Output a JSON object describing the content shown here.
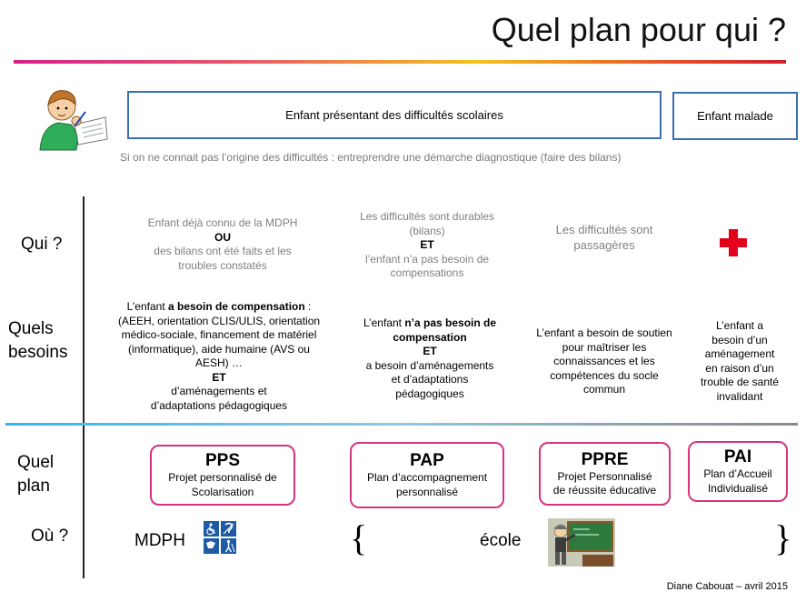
{
  "title": "Quel plan pour qui ?",
  "header_boxes": {
    "difficultes": "Enfant présentant des difficultés scolaires",
    "malade": "Enfant malade"
  },
  "note": "Si on ne connait pas l’origine des difficultés : entreprendre une démarche diagnostique (faire des bilans)",
  "row_labels": {
    "qui": "Qui ?",
    "besoins_1": "Quels",
    "besoins_2": "besoins",
    "plan_1": "Quel",
    "plan_2": "plan",
    "ou": "Où ?"
  },
  "qui": {
    "c1": {
      "l1": "Enfant déjà connu de la MDPH",
      "ou": "OU",
      "l2": "des bilans ont été faits et les",
      "l3": "troubles constatés"
    },
    "c2": {
      "l1": "Les difficultés sont durables",
      "l2": "(bilans)",
      "et": "ET",
      "l3": "l’enfant n’a pas besoin de",
      "l4": "compensations"
    },
    "c3": {
      "l1": "Les difficultés sont",
      "l2": "passagères"
    }
  },
  "besoins": {
    "c1": {
      "pre": "L’enfant ",
      "bold": "a besoin de compensation",
      "post": " :",
      "l2": "(AEEH, orientation CLIS/ULIS, orientation",
      "l3": "médico-sociale, financement de matériel",
      "l4": "(informatique), aide humaine (AVS ou",
      "l5": "AESH) …",
      "et": "ET",
      "l6": "d’aménagements et",
      "l7": "d’adaptations pédagogiques"
    },
    "c2": {
      "pre": "L’enfant ",
      "bold1": "n’a pas besoin de",
      "bold2": "compensation",
      "et": "ET",
      "l3": "a besoin d’aménagements",
      "l4": "et d’adaptations",
      "l5": "pédagogiques"
    },
    "c3": {
      "l1": "L’enfant a besoin de soutien",
      "l2": "pour maîtriser les",
      "l3": "connaissances et les",
      "l4": "compétences du socle",
      "l5": "commun"
    },
    "c4": {
      "l1": "L’enfant a",
      "l2": "besoin d’un",
      "l3": "aménagement",
      "l4": "en raison d’un",
      "l5": "trouble de santé",
      "l6": "invalidant"
    }
  },
  "plans": {
    "pps": {
      "acr": "PPS",
      "l1": "Projet personnalisé de",
      "l2": "Scolarisation"
    },
    "pap": {
      "acr": "PAP",
      "l1": "Plan d’accompagnement",
      "l2": "personnalisé"
    },
    "ppre": {
      "acr": "PPRE",
      "l1": "Projet Personnalisé",
      "l2": "de réussite éducative"
    },
    "pai": {
      "acr": "PAI",
      "l1": "Plan d’Accueil",
      "l2": "Individualisé"
    }
  },
  "ou": {
    "mdph": "MDPH",
    "brace_open": "{",
    "ecole": "école",
    "brace_close": "}"
  },
  "credit": "Diane Cabouat – avril 2015",
  "colors": {
    "box_border": "#3b6fb3",
    "plan_border": "#d6337f",
    "grey_text": "#808080",
    "red_cross": "#e3001b",
    "blue_line": "#37b6e6"
  },
  "icons": [
    "child-writing-icon",
    "red-cross-icon",
    "accessibility-icons",
    "teacher-blackboard-icon"
  ]
}
